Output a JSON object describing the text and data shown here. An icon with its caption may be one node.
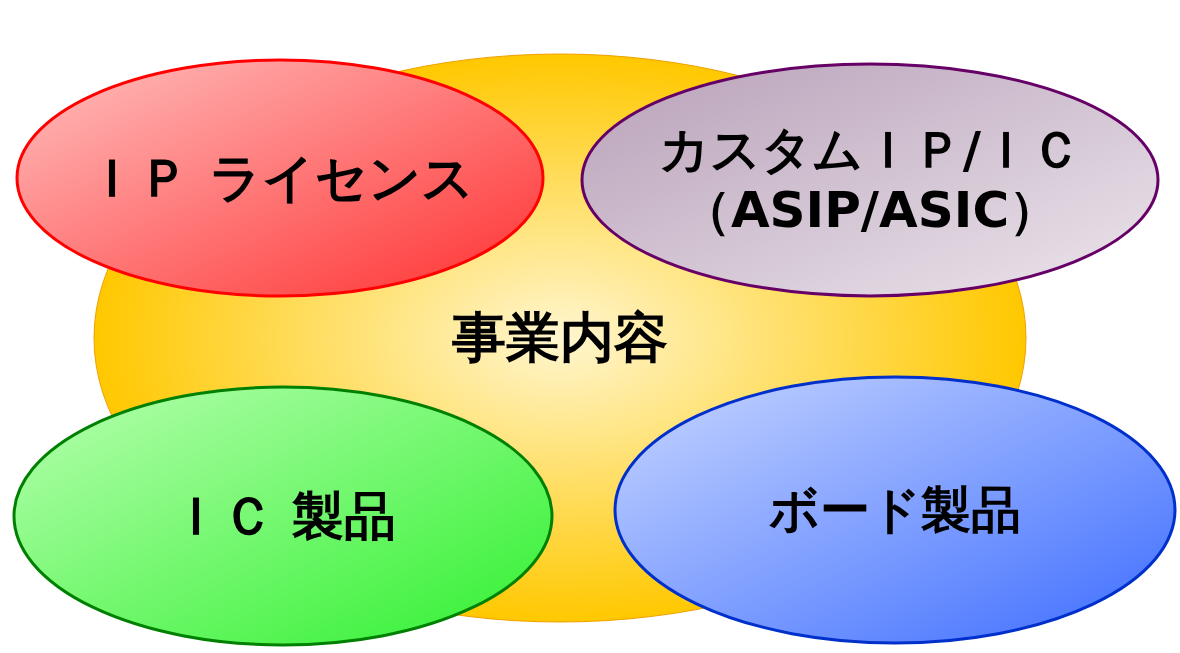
{
  "diagram": {
    "nodes": [
      {
        "text": [
          "ＩＰ ライセンス"
        ]
      },
      {
        "text": [
          "カスタムＩＰ/ＩＣ",
          "（ASIP/ASIC）"
        ]
      },
      {
        "text": [
          "事業内容"
        ]
      },
      {
        "text": [
          "ＩＣ 製品"
        ]
      },
      {
        "text": [
          "ボード製品"
        ]
      }
    ]
  }
}
